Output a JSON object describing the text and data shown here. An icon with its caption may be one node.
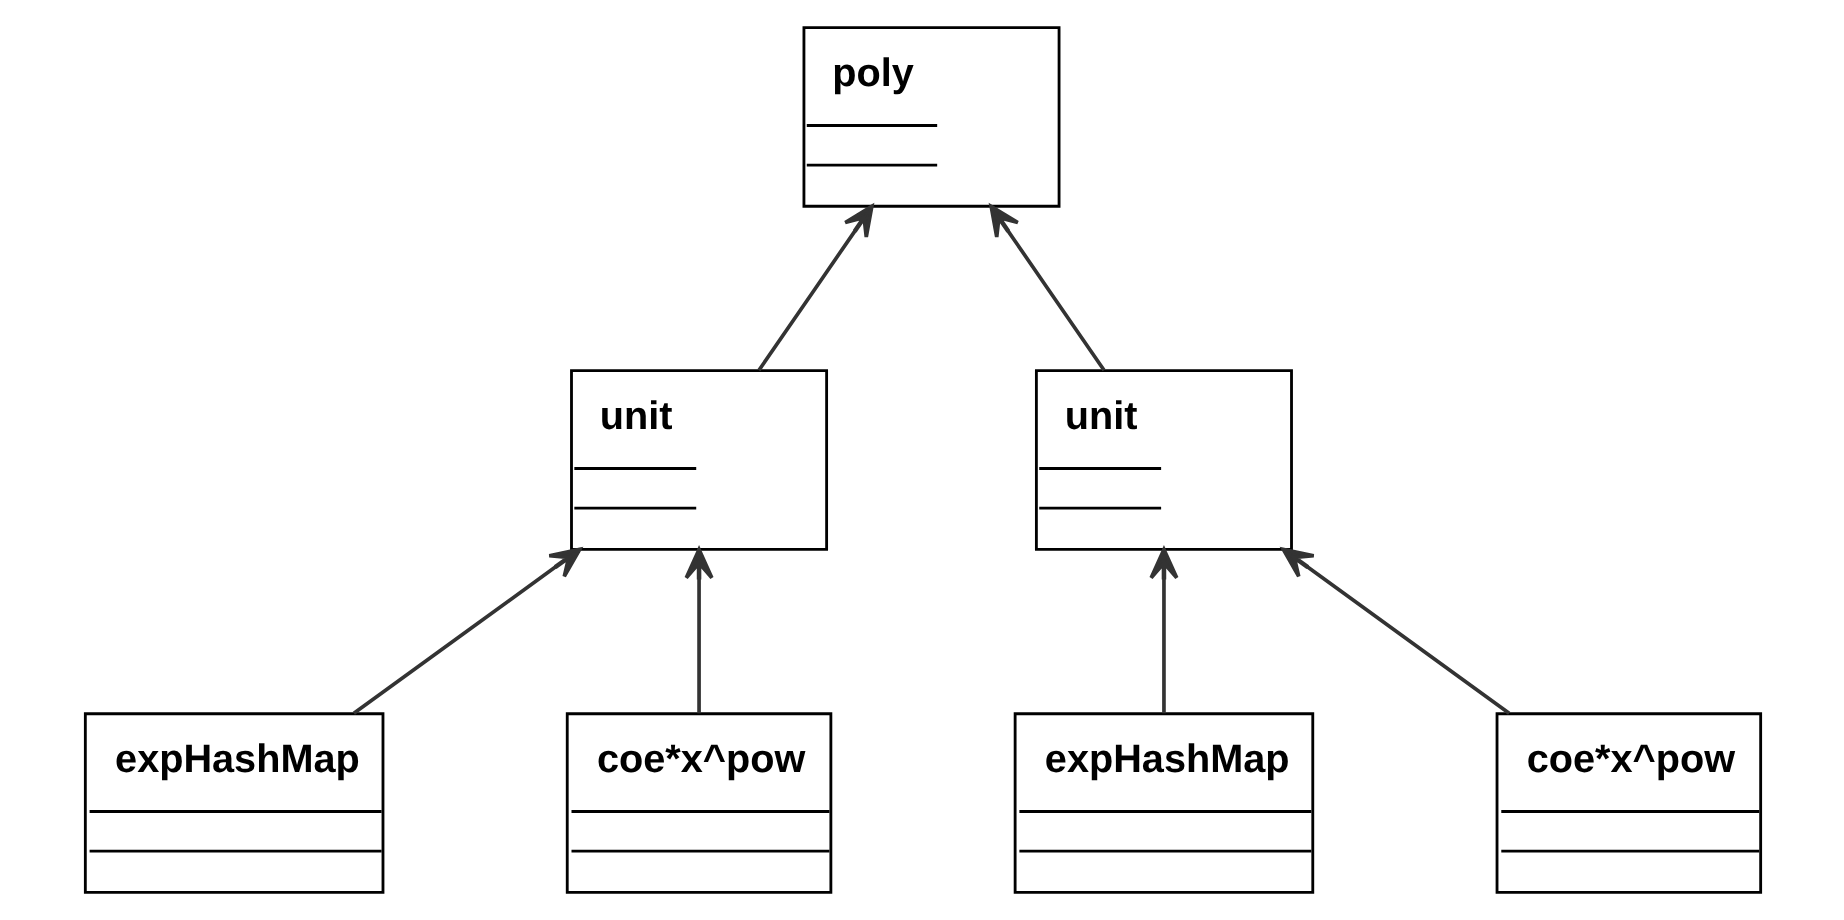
{
  "diagram": {
    "nodes": [
      {
        "text": [
          "poly"
        ]
      },
      {
        "text": [
          "unit"
        ]
      },
      {
        "text": [
          "unit"
        ]
      },
      {
        "text": [
          "coe*x^pow"
        ]
      },
      {
        "text": [
          "expHashMap"
        ]
      },
      {
        "text": [
          "coe*x^pow"
        ]
      },
      {
        "text": [
          "expHashMap"
        ]
      }
    ],
    "edges": [
      {
        "from": 1,
        "to": 0,
        "arrow": "to"
      },
      {
        "from": 2,
        "to": 0,
        "arrow": "to"
      },
      {
        "from": 3,
        "to": 1,
        "arrow": "to"
      },
      {
        "from": 4,
        "to": 1,
        "arrow": "to"
      },
      {
        "from": 5,
        "to": 2,
        "arrow": "to"
      },
      {
        "from": 6,
        "to": 2,
        "arrow": "to"
      }
    ]
  }
}
